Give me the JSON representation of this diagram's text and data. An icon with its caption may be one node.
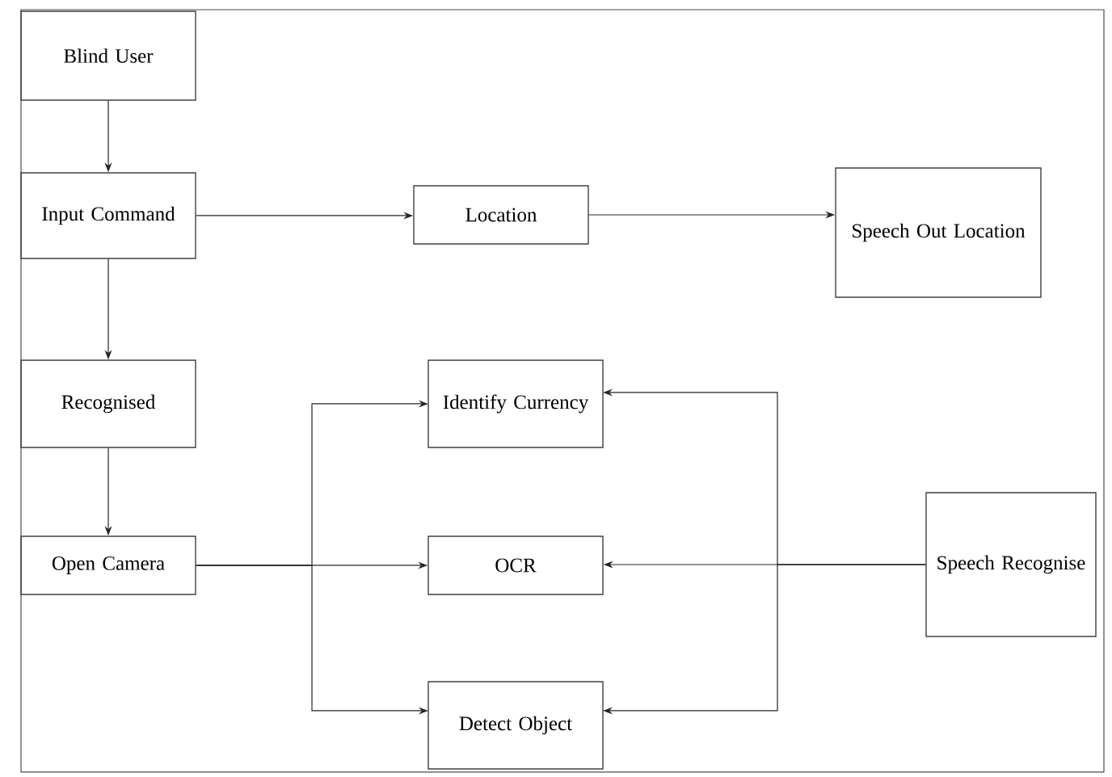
{
  "diagram": {
    "nodes": [
      {
        "text": [
          "Blind User"
        ]
      },
      {
        "text": [
          "Input Command"
        ]
      },
      {
        "text": [
          "Location"
        ]
      },
      {
        "text": [
          "Speech Out Location"
        ]
      },
      {
        "text": [
          "Recognised"
        ]
      },
      {
        "text": [
          "Open Camera"
        ]
      },
      {
        "text": [
          "Identify Currency"
        ]
      },
      {
        "text": [
          "OCR"
        ]
      },
      {
        "text": [
          "Detect Object"
        ]
      },
      {
        "text": [
          "Speech Recognise"
        ]
      }
    ],
    "edges": [
      {
        "from": 0,
        "to": 1,
        "arrow": "to"
      },
      {
        "from": 1,
        "to": 2,
        "arrow": "to"
      },
      {
        "from": 2,
        "to": 3,
        "arrow": "to"
      },
      {
        "from": 1,
        "to": 4,
        "arrow": "to"
      },
      {
        "from": 4,
        "to": 5,
        "arrow": "to"
      },
      {
        "from": 5,
        "to": 6,
        "arrow": "to"
      },
      {
        "from": 5,
        "to": 7,
        "arrow": "to"
      },
      {
        "from": 5,
        "to": 8,
        "arrow": "to"
      },
      {
        "from": 9,
        "to": 6,
        "arrow": "to"
      },
      {
        "from": 9,
        "to": 7,
        "arrow": "to"
      },
      {
        "from": 9,
        "to": 8,
        "arrow": "to"
      }
    ]
  }
}
